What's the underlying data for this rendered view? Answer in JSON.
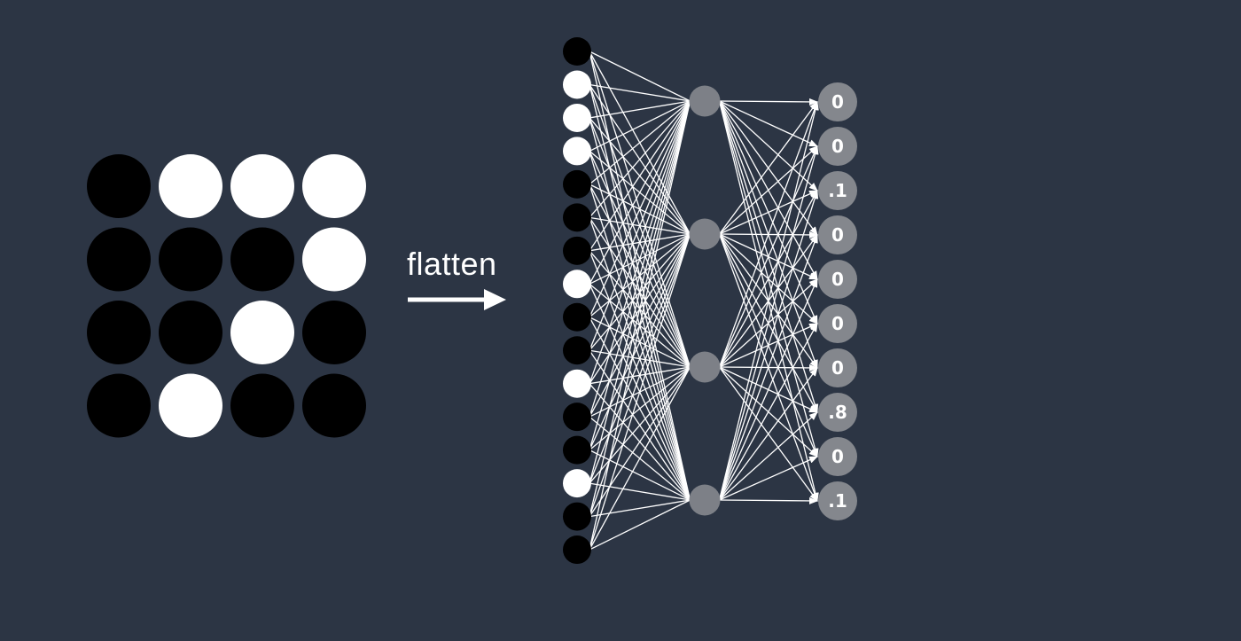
{
  "background_color": "#2c3544",
  "colors": {
    "on": "#ffffff",
    "off": "#000000",
    "hidden_node": "#7d8087",
    "output_node": "#84878d",
    "connection": "#ffffff",
    "output_text": "#ffffff"
  },
  "image_grid": [
    [
      0,
      1,
      1,
      1
    ],
    [
      0,
      0,
      0,
      1
    ],
    [
      0,
      0,
      1,
      0
    ],
    [
      0,
      1,
      0,
      0
    ]
  ],
  "flatten": {
    "label": "flatten",
    "arrow_icon": "right-arrow-icon"
  },
  "network": {
    "input_layer": [
      0,
      1,
      1,
      1,
      0,
      0,
      0,
      1,
      0,
      0,
      1,
      0,
      0,
      1,
      0,
      0
    ],
    "hidden_node_count": 4,
    "outputs": [
      "0",
      "0",
      ".1",
      "0",
      "0",
      "0",
      "0",
      ".8",
      "0",
      ".1"
    ]
  }
}
